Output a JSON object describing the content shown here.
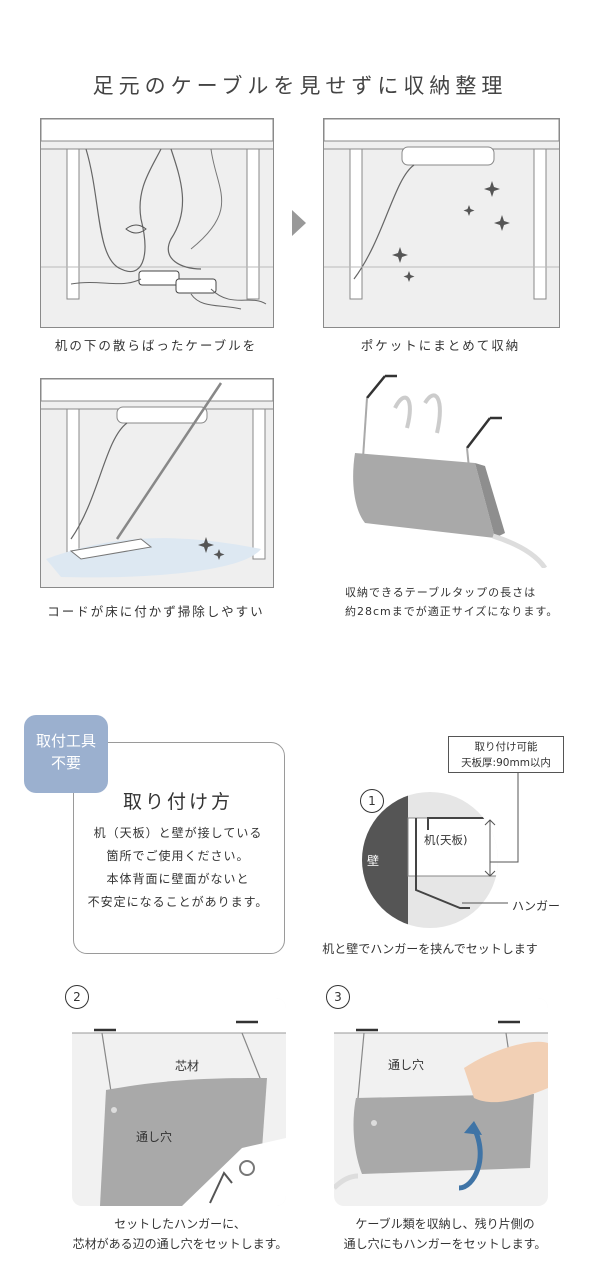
{
  "title": "足元のケーブルを見せずに収納整理",
  "captions": {
    "before": "机の下の散らばったケーブルを",
    "after": "ポケットにまとめて収納",
    "clean": "コードが床に付かず掃除しやすい",
    "tap_note_1": "収納できるテーブルタップの長さは",
    "tap_note_2": "約28cmまでが適正サイズになります。"
  },
  "badge": {
    "line1": "取付工具",
    "line2": "不要"
  },
  "how_to": {
    "title": "取り付け方",
    "lines": [
      "机（天板）と壁が接している",
      "箇所でご使用ください。",
      "本体背面に壁面がないと",
      "不安定になることがあります。"
    ]
  },
  "step1": {
    "number": "1",
    "spec_line1": "取り付け可能",
    "spec_line2": "天板厚:90mm以内",
    "wall_label": "壁",
    "desk_label": "机(天板)",
    "hanger_label": "ハンガー",
    "caption": "机と壁でハンガーを挟んでセットします"
  },
  "step2": {
    "number": "2",
    "core_label": "芯材",
    "hole_label": "通し穴",
    "caption_1": "セットしたハンガーに、",
    "caption_2": "芯材がある辺の通し穴をセットします。"
  },
  "step3": {
    "number": "3",
    "hole_label": "通し穴",
    "caption_1": "ケーブル類を収納し、残り片側の",
    "caption_2": "通し穴にもハンガーをセットします。"
  },
  "colors": {
    "badge": "#9bb0cf",
    "pocket": "#a9a9a9",
    "panel": "#efefef",
    "arrow": "#3f74a6"
  }
}
